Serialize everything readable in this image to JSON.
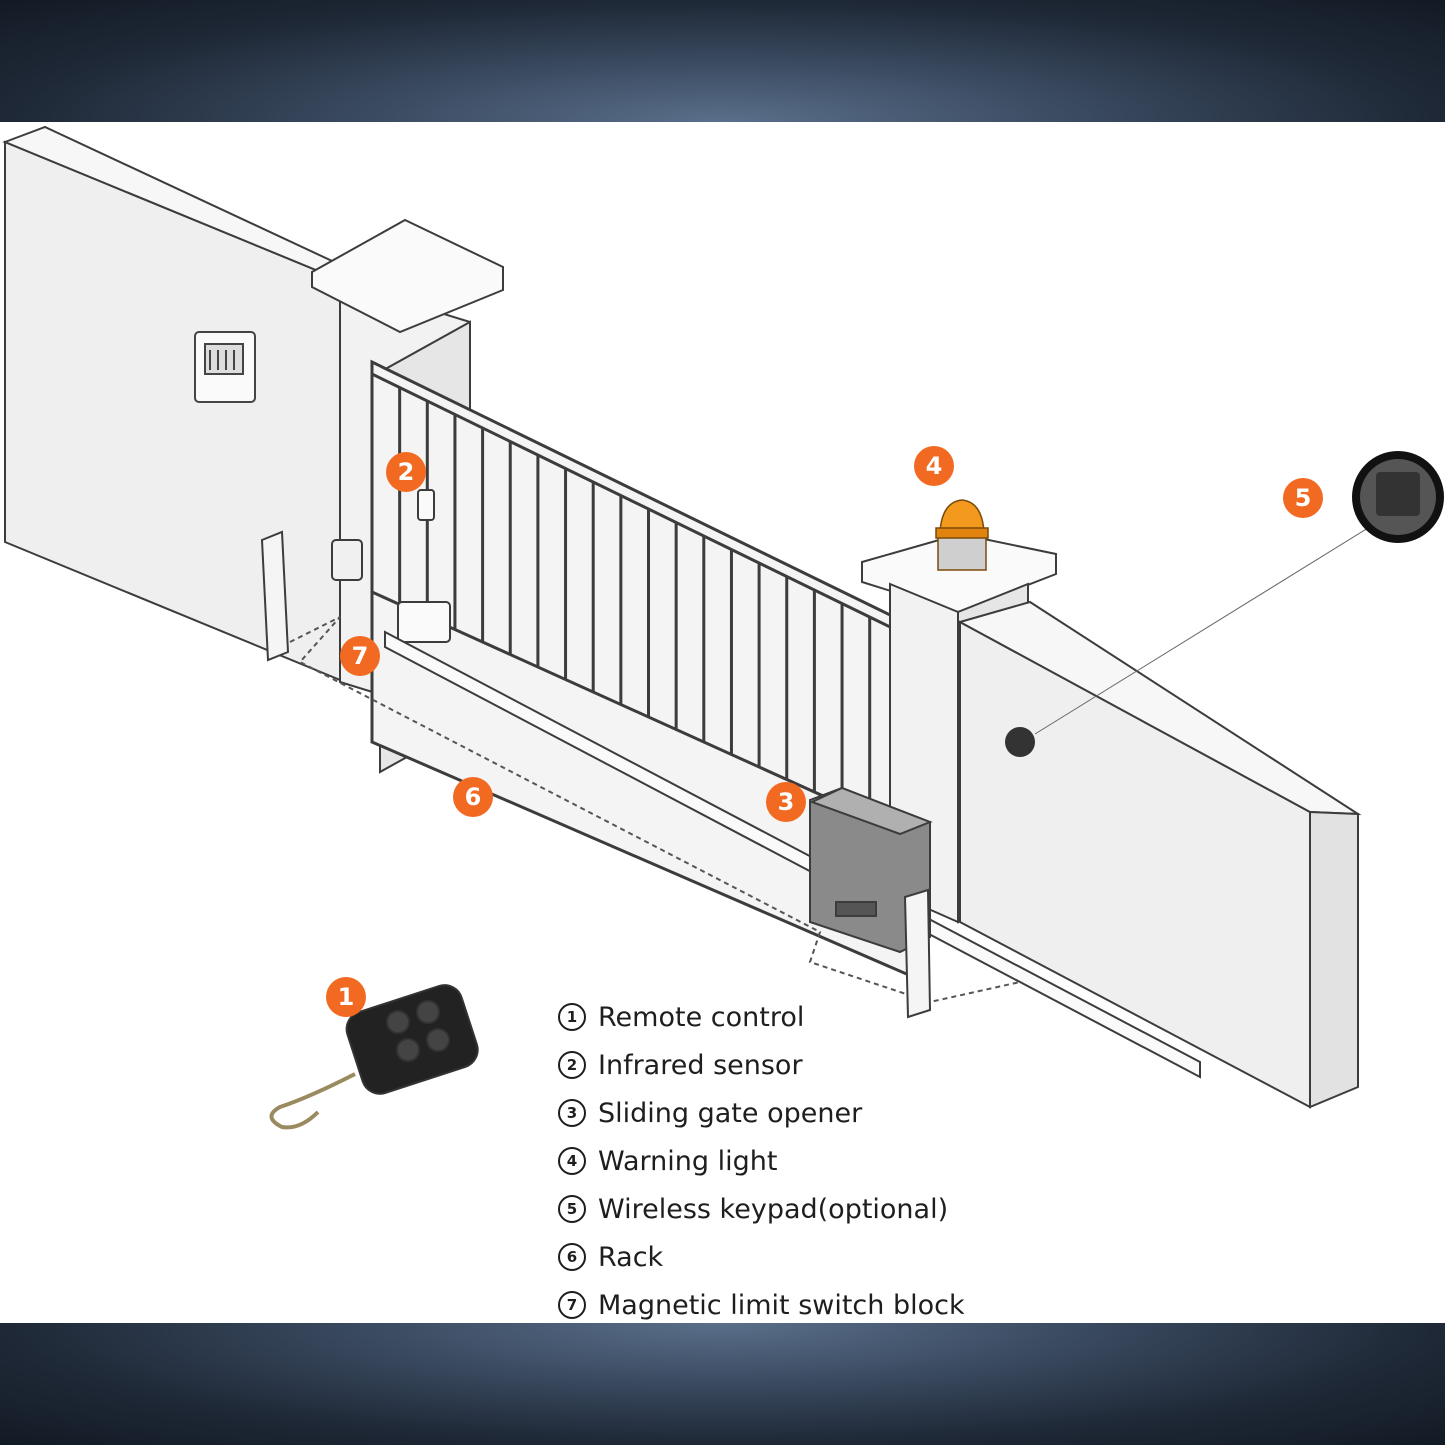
{
  "badges": [
    {
      "id": "1",
      "number": "1"
    },
    {
      "id": "2",
      "number": "2"
    },
    {
      "id": "3",
      "number": "3"
    },
    {
      "id": "4",
      "number": "4"
    },
    {
      "id": "5",
      "number": "5"
    },
    {
      "id": "6",
      "number": "6"
    },
    {
      "id": "7",
      "number": "7"
    }
  ],
  "legend": [
    {
      "num": "1",
      "label": "Remote control"
    },
    {
      "num": "2",
      "label": "Infrared sensor"
    },
    {
      "num": "3",
      "label": "Sliding gate opener"
    },
    {
      "num": "4",
      "label": "Warning light"
    },
    {
      "num": "5",
      "label": "Wireless keypad(optional)"
    },
    {
      "num": "6",
      "label": "Rack"
    },
    {
      "num": "7",
      "label": "Magnetic limit switch block"
    }
  ],
  "colors": {
    "badge": "#f26a21",
    "warning_light": "#f39a1e",
    "wall": "#efefef",
    "outline": "#3c3c3c"
  }
}
